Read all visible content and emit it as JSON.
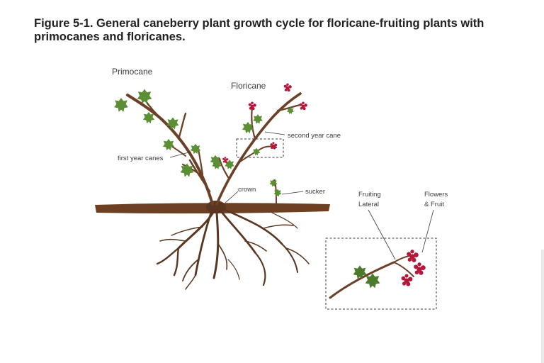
{
  "figure": {
    "title": "Figure 5-1. General caneberry plant growth cycle for floricane-fruiting plants with primocanes and floricanes."
  },
  "labels": {
    "primocane": "Primocane",
    "floricane": "Floricane",
    "second_year_cane": "second year cane",
    "first_year_canes": "first year canes",
    "crown": "crown",
    "sucker": "sucker",
    "fruiting_lateral_1": "Fruiting",
    "fruiting_lateral_2": "Lateral",
    "flowers_fruit_1": "Flowers",
    "flowers_fruit_2": "& Fruit"
  },
  "colors": {
    "stem": "#6b4026",
    "soil": "#6e4022",
    "leaf": "#5c8f34",
    "berry": "#b5173a",
    "text": "#231f20"
  }
}
